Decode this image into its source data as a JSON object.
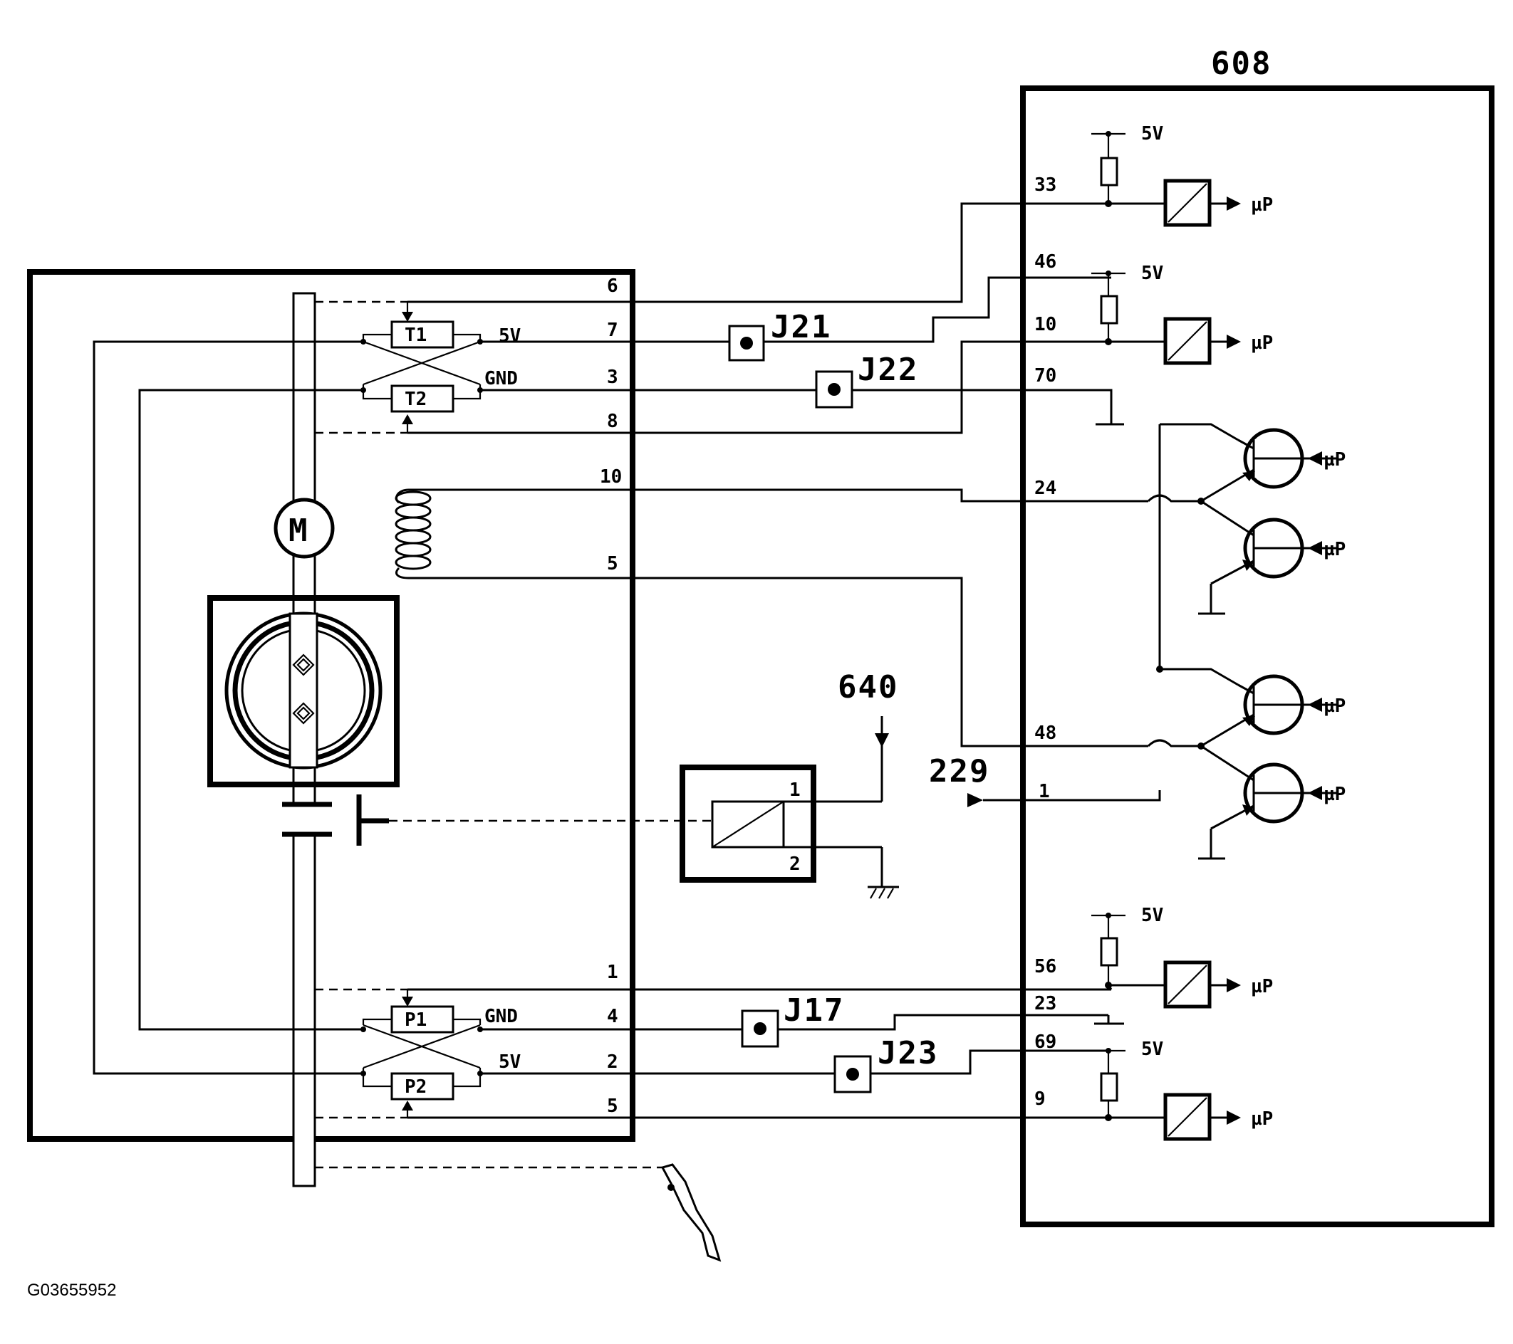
{
  "modules": {
    "ecu": "608",
    "relay_ref": "640",
    "input_ref": "229"
  },
  "connectors": {
    "j21": "J21",
    "j22": "J22",
    "j17": "J17",
    "j23": "J23"
  },
  "sensors": {
    "t1": "T1",
    "t2": "T2",
    "p1": "P1",
    "p2": "P2"
  },
  "motor": "M",
  "supply": {
    "v5": "5V",
    "gnd": "GND"
  },
  "left_pins": {
    "p6": "6",
    "p7": "7",
    "p3": "3",
    "p8": "8",
    "p10": "10",
    "p5a": "5",
    "p1": "1",
    "p4": "4",
    "p2": "2",
    "p5b": "5"
  },
  "ecu_pins": {
    "p33": "33",
    "p46": "46",
    "p10": "10",
    "p70": "70",
    "p24": "24",
    "p48": "48",
    "p1": "1",
    "p56": "56",
    "p23": "23",
    "p69": "69",
    "p9": "9"
  },
  "relay_pins": {
    "r1": "1",
    "r2": "2"
  },
  "up": "µP",
  "figure_id": "G03655952"
}
